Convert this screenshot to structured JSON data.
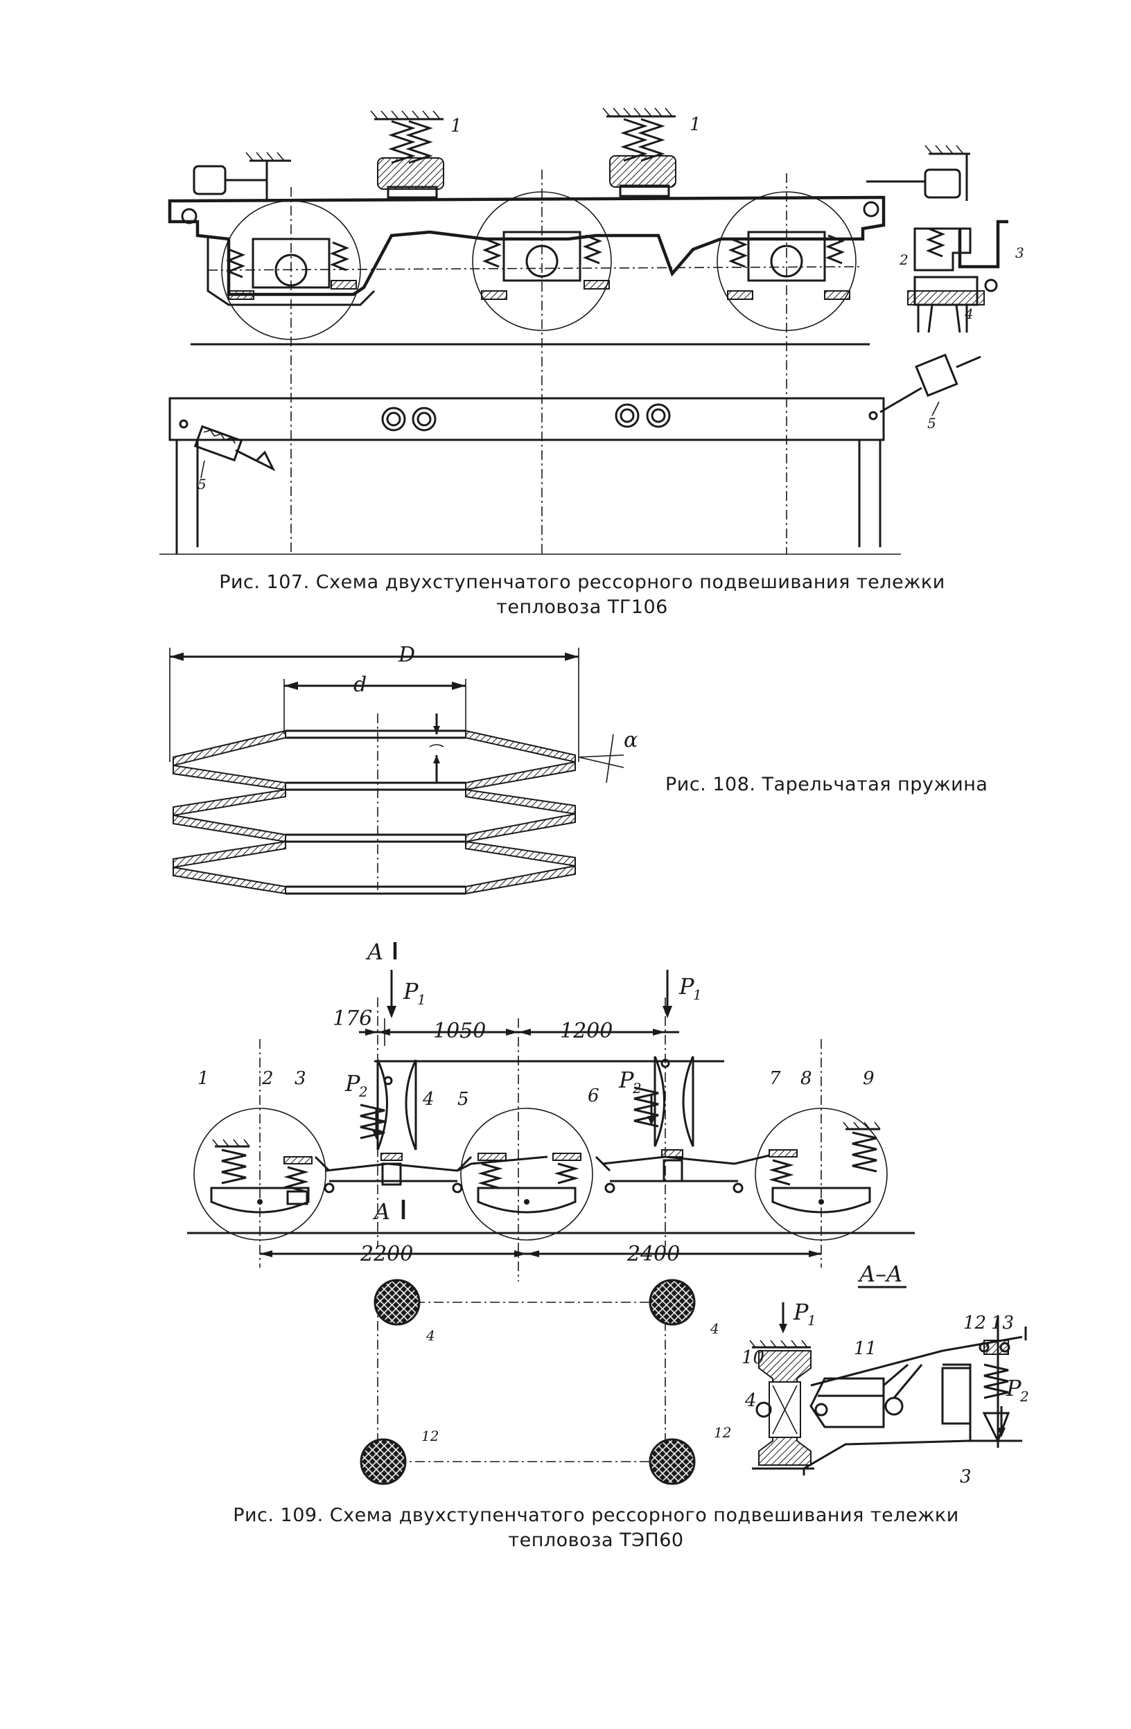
{
  "figures": {
    "fig107": {
      "caption_line1": "Рис. 107. Схема двухступенчатого рессорного подвешивания тележки",
      "caption_line2": "тепловоза ТГ106",
      "labels": {
        "spring_left": "1",
        "spring_right": "1",
        "inset_2": "2",
        "inset_3": "3",
        "inset_4": "4",
        "damper_right": "5",
        "damper_left": "5"
      }
    },
    "fig108": {
      "caption": "Рис. 108. Тарельчатая пружина",
      "labels": {
        "outer_diameter": "D",
        "inner_diameter": "d",
        "angle": "α"
      }
    },
    "fig109": {
      "caption_line1": "Рис. 109. Схема двухступенчатого рессорного подвешивания тележки",
      "caption_line2": "тепловоза ТЭП60",
      "section_label_top": "A",
      "section_label_bottom": "A",
      "section_title": "A–A",
      "load_labels": {
        "p1_left": "P",
        "p1_right": "P",
        "p1_section": "P",
        "p2_left": "P",
        "p2_right": "P",
        "p2_section": "P",
        "sub1": "1",
        "sub2": "2"
      },
      "dimensions": {
        "offset": "176",
        "span_left": "1050",
        "span_right": "1200",
        "base_left": "2200",
        "base_right": "2400"
      },
      "callouts": {
        "c1": "1",
        "c2": "2",
        "c3": "3",
        "c4": "4",
        "c5": "5",
        "c6": "6",
        "c7": "7",
        "c8": "8",
        "c9": "9",
        "plan_4a": "4",
        "plan_4b": "4",
        "plan_12a": "12",
        "plan_12b": "12",
        "sec_10": "10",
        "sec_4": "4",
        "sec_11": "11",
        "sec_12": "12",
        "sec_13": "13",
        "sec_3": "3"
      }
    }
  }
}
